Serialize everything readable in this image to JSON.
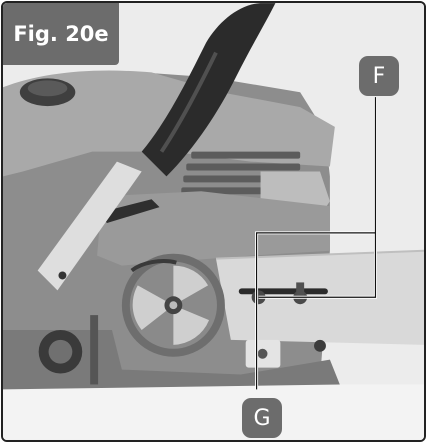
{
  "figure": {
    "label": "Fig. 20e",
    "callouts": [
      "F",
      "G"
    ],
    "colors": {
      "label_background": "#6c6c6c",
      "label_text": "#ffffff",
      "frame_border": "#222222"
    },
    "image_subject": "chainsaw-clutch-side-photo"
  }
}
